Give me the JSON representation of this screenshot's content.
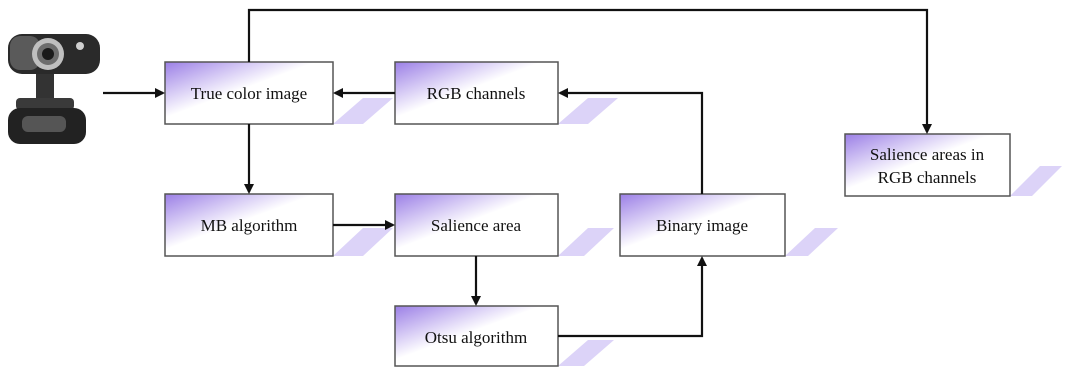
{
  "diagram": {
    "camera": {
      "icon": "webcam-icon"
    },
    "nodes": {
      "true_color": {
        "lines": [
          "True color image"
        ]
      },
      "rgb_channels": {
        "lines": [
          "RGB channels"
        ]
      },
      "salience_rgb": {
        "lines": [
          "Salience areas in",
          "RGB channels"
        ]
      },
      "mb_algorithm": {
        "lines": [
          "MB algorithm"
        ]
      },
      "salience_area": {
        "lines": [
          "Salience area"
        ]
      },
      "binary_image": {
        "lines": [
          "Binary image"
        ]
      },
      "otsu_algorithm": {
        "lines": [
          "Otsu algorithm"
        ]
      }
    },
    "colors": {
      "box_border": "#555555",
      "gradient_start": "#9b7fe6",
      "gradient_end": "#ffffff",
      "shadow": "#d9d0f7",
      "arrow": "#111111"
    }
  }
}
